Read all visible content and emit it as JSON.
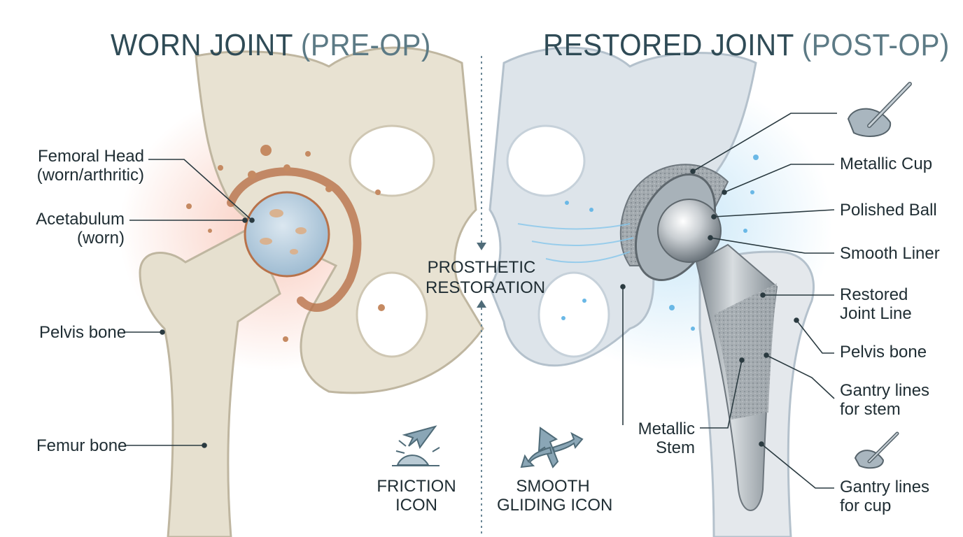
{
  "titles": {
    "left_main": "WORN JOINT",
    "left_sub": "(PRE-OP)",
    "right_main": "RESTORED JOINT",
    "right_sub": "(POST-OP)"
  },
  "left_labels": {
    "femoral_head": "Femoral Head\n(worn/arthritic)",
    "acetabulum": "Acetabulum\n(worn)",
    "pelvis_bone": "Pelvis bone",
    "femur_bone": "Femur bone"
  },
  "center": {
    "divider_label": "PROSTHETIC\nRESTORATION",
    "friction_label": "FRICTION\nICON",
    "gliding_label": "SMOOTH\nGLIDING ICON"
  },
  "right_labels": {
    "metallic_cup": "Metallic Cup",
    "polished_ball": "Polished Ball",
    "smooth_liner": "Smooth Liner",
    "restored_joint_line": "Restored\nJoint Line",
    "pelvis_bone": "Pelvis bone",
    "gantry_stem": "Gantry lines\nfor stem",
    "metallic_stem": "Metallic\nStem",
    "gantry_cup": "Gantry lines\nfor cup"
  },
  "icons": [
    "friction-icon",
    "smooth-gliding-icon",
    "surgical-probe-icon",
    "surgical-probe-small-icon"
  ],
  "colors": {
    "title": "#2f4b56",
    "bone": "#e6e0cf",
    "worn_accent": "#b8724a",
    "inflammation": "#f1a58c",
    "metal": "#9aa3aa",
    "glow": "#7cc3ea"
  }
}
